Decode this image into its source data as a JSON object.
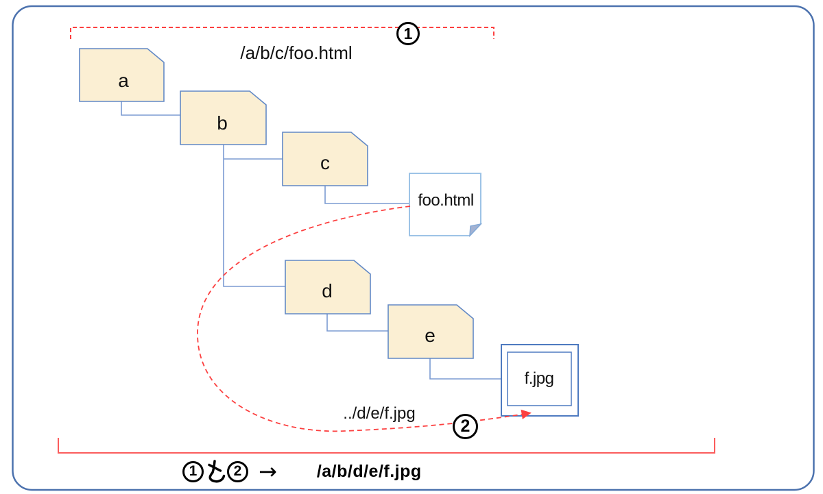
{
  "figure": {
    "absolute_path_example": {
      "marker": "1",
      "label": "/a/b/c/foo.html"
    },
    "relative_path_example": {
      "marker": "2",
      "label": "../d/e/f.jpg"
    },
    "folders": [
      {
        "label": "a"
      },
      {
        "label": "b"
      },
      {
        "label": "c"
      },
      {
        "label": "d"
      },
      {
        "label": "e"
      }
    ],
    "files": [
      {
        "label": "foo.html",
        "type": "document"
      },
      {
        "label": "f.jpg",
        "type": "image"
      }
    ],
    "conclusion": {
      "marker1": "1",
      "connector_text": "と",
      "marker2": "2",
      "arrow": "→",
      "result": "/a/b/d/e/f.jpg"
    },
    "colors": {
      "folder_fill": "#fbefd3",
      "folder_stroke": "#6289c6",
      "connector_blue": "#7b9bd2",
      "file_stroke": "#9dc3e6",
      "image_box_stroke": "#4e7ac0",
      "red_accent": "#fc4040",
      "bracket_red": "#fb5c5c",
      "frame_blue": "#4c72ae"
    }
  }
}
